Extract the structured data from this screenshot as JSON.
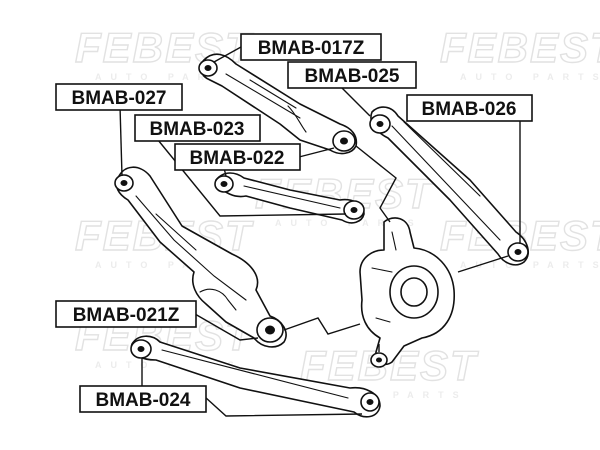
{
  "watermark": {
    "brand": "FEBEST",
    "sub": "AUTO PARTS"
  },
  "labels": {
    "bmab_017z": "BMAB-017Z",
    "bmab_025": "BMAB-025",
    "bmab_026": "BMAB-026",
    "bmab_027": "BMAB-027",
    "bmab_023": "BMAB-023",
    "bmab_022": "BMAB-022",
    "bmab_021z": "BMAB-021Z",
    "bmab_024": "BMAB-024"
  }
}
